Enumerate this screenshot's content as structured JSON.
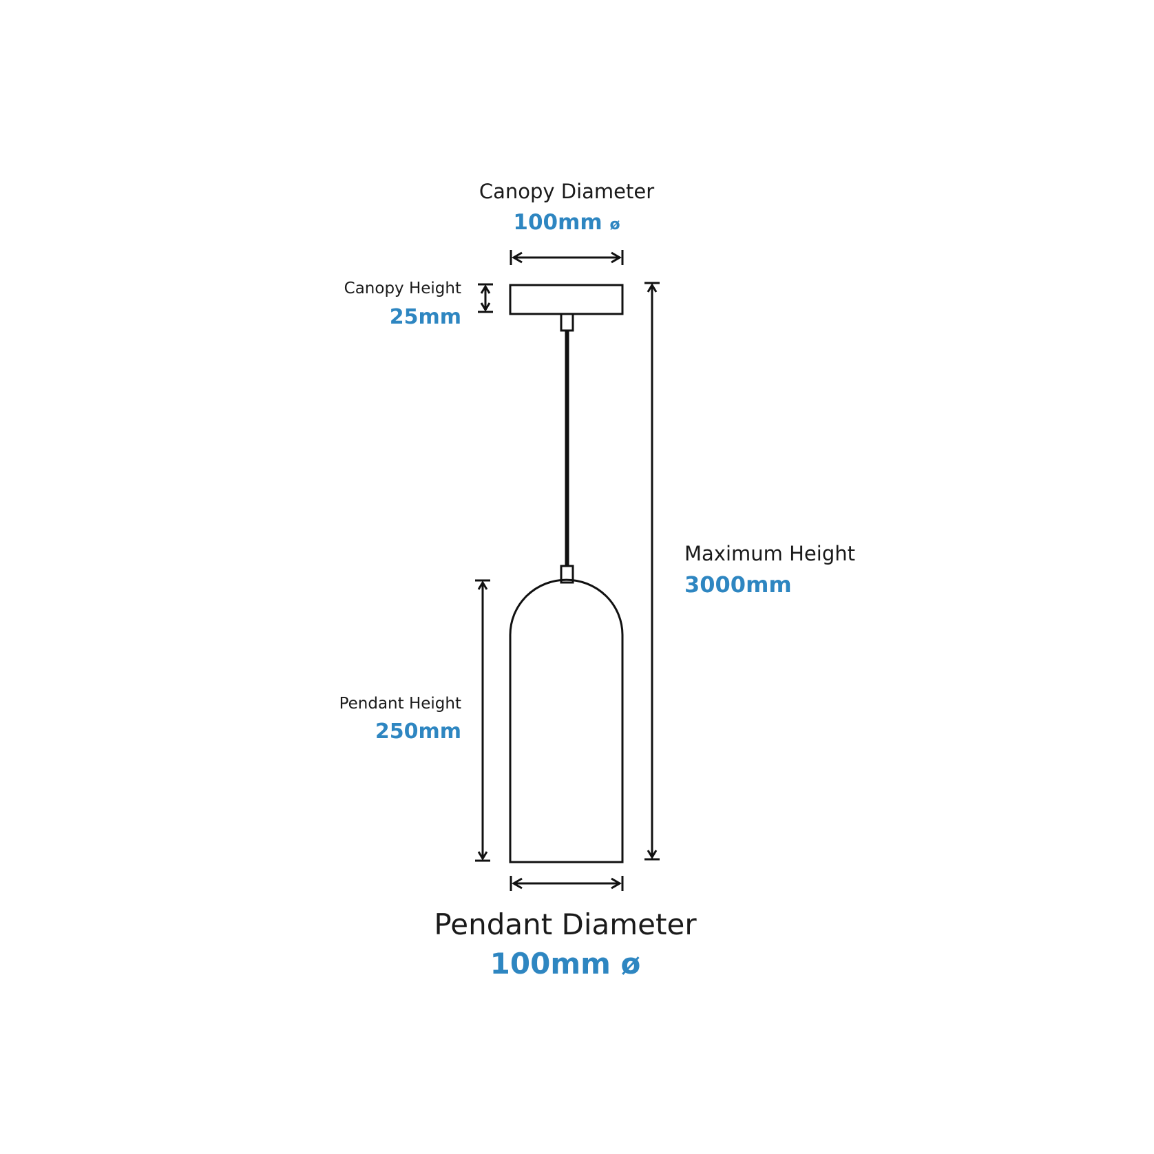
{
  "colors": {
    "line": "#111111",
    "accent": "#2e86c1",
    "background": "#ffffff"
  },
  "canopy_diameter": {
    "label": "Canopy Diameter",
    "value": "100mm",
    "symbol": "ø"
  },
  "canopy_height": {
    "label": "Canopy Height",
    "value": "25mm"
  },
  "maximum_height": {
    "label": "Maximum Height",
    "value": "3000mm"
  },
  "pendant_height": {
    "label": "Pendant Height",
    "value": "250mm"
  },
  "pendant_diameter": {
    "label": "Pendant Diameter",
    "value": "100mm ø"
  }
}
